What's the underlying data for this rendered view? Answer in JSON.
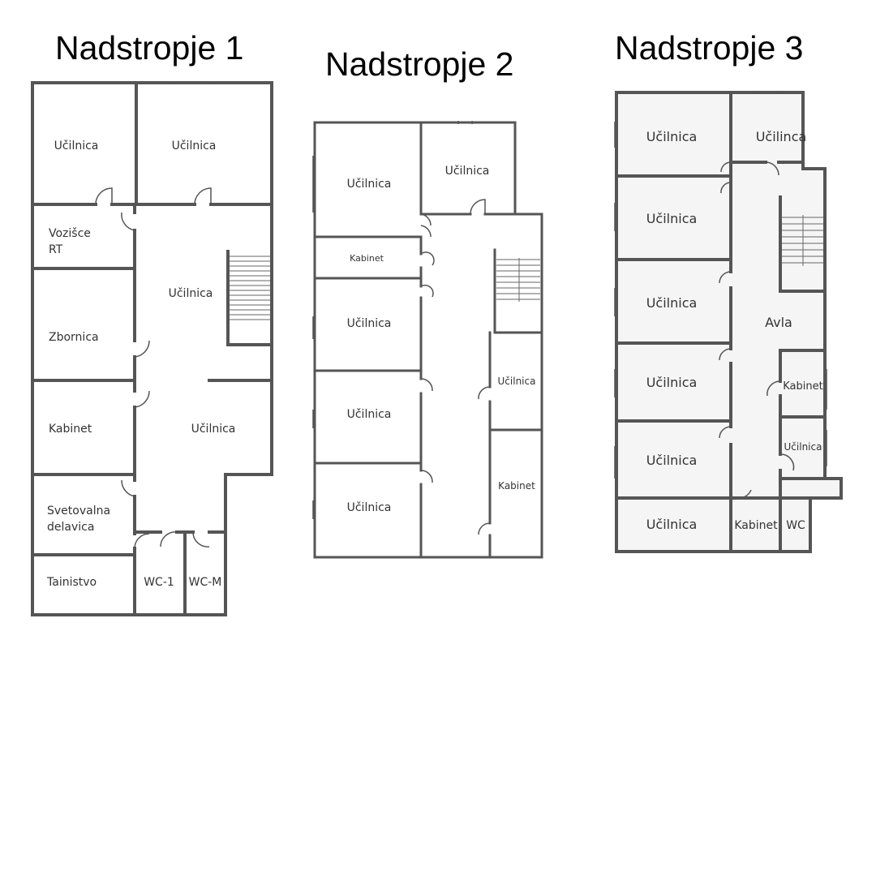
{
  "colors": {
    "wall": "#555555",
    "floor3_fill": "#f6f6f6",
    "text": "#333333"
  },
  "floors": [
    {
      "title": "Nadstropje 1",
      "rooms": [
        {
          "label": "Učilnica"
        },
        {
          "label": "Učilnica"
        },
        {
          "label": "Vozišce"
        },
        {
          "label": "RT"
        },
        {
          "label": "Učilnica"
        },
        {
          "label": "Zbornica"
        },
        {
          "label": "Kabinet"
        },
        {
          "label": "Učilnica"
        },
        {
          "label": "Svetovalna"
        },
        {
          "label": "delavica"
        },
        {
          "label": "Tainistvo"
        },
        {
          "label": "WC-1"
        },
        {
          "label": "WC-M"
        }
      ]
    },
    {
      "title": "Nadstropje 2",
      "rooms": [
        {
          "label": "Učilnica"
        },
        {
          "label": "Učilnica"
        },
        {
          "label": "Kabinet"
        },
        {
          "label": "Učilnica"
        },
        {
          "label": "Učilnica"
        },
        {
          "label": "Učilnica"
        },
        {
          "label": "Učilnica"
        },
        {
          "label": "Kabinet"
        }
      ]
    },
    {
      "title": "Nadstropje 3",
      "rooms": [
        {
          "label": "Učilnica"
        },
        {
          "label": "Učilinca"
        },
        {
          "label": "Učilnica"
        },
        {
          "label": "Učilnica"
        },
        {
          "label": "Avla"
        },
        {
          "label": "Učilnica"
        },
        {
          "label": "Kabinet"
        },
        {
          "label": "Učilnica"
        },
        {
          "label": "Učilnica"
        },
        {
          "label": "Učilnica"
        },
        {
          "label": "Kabinet"
        },
        {
          "label": "WC"
        }
      ]
    }
  ]
}
